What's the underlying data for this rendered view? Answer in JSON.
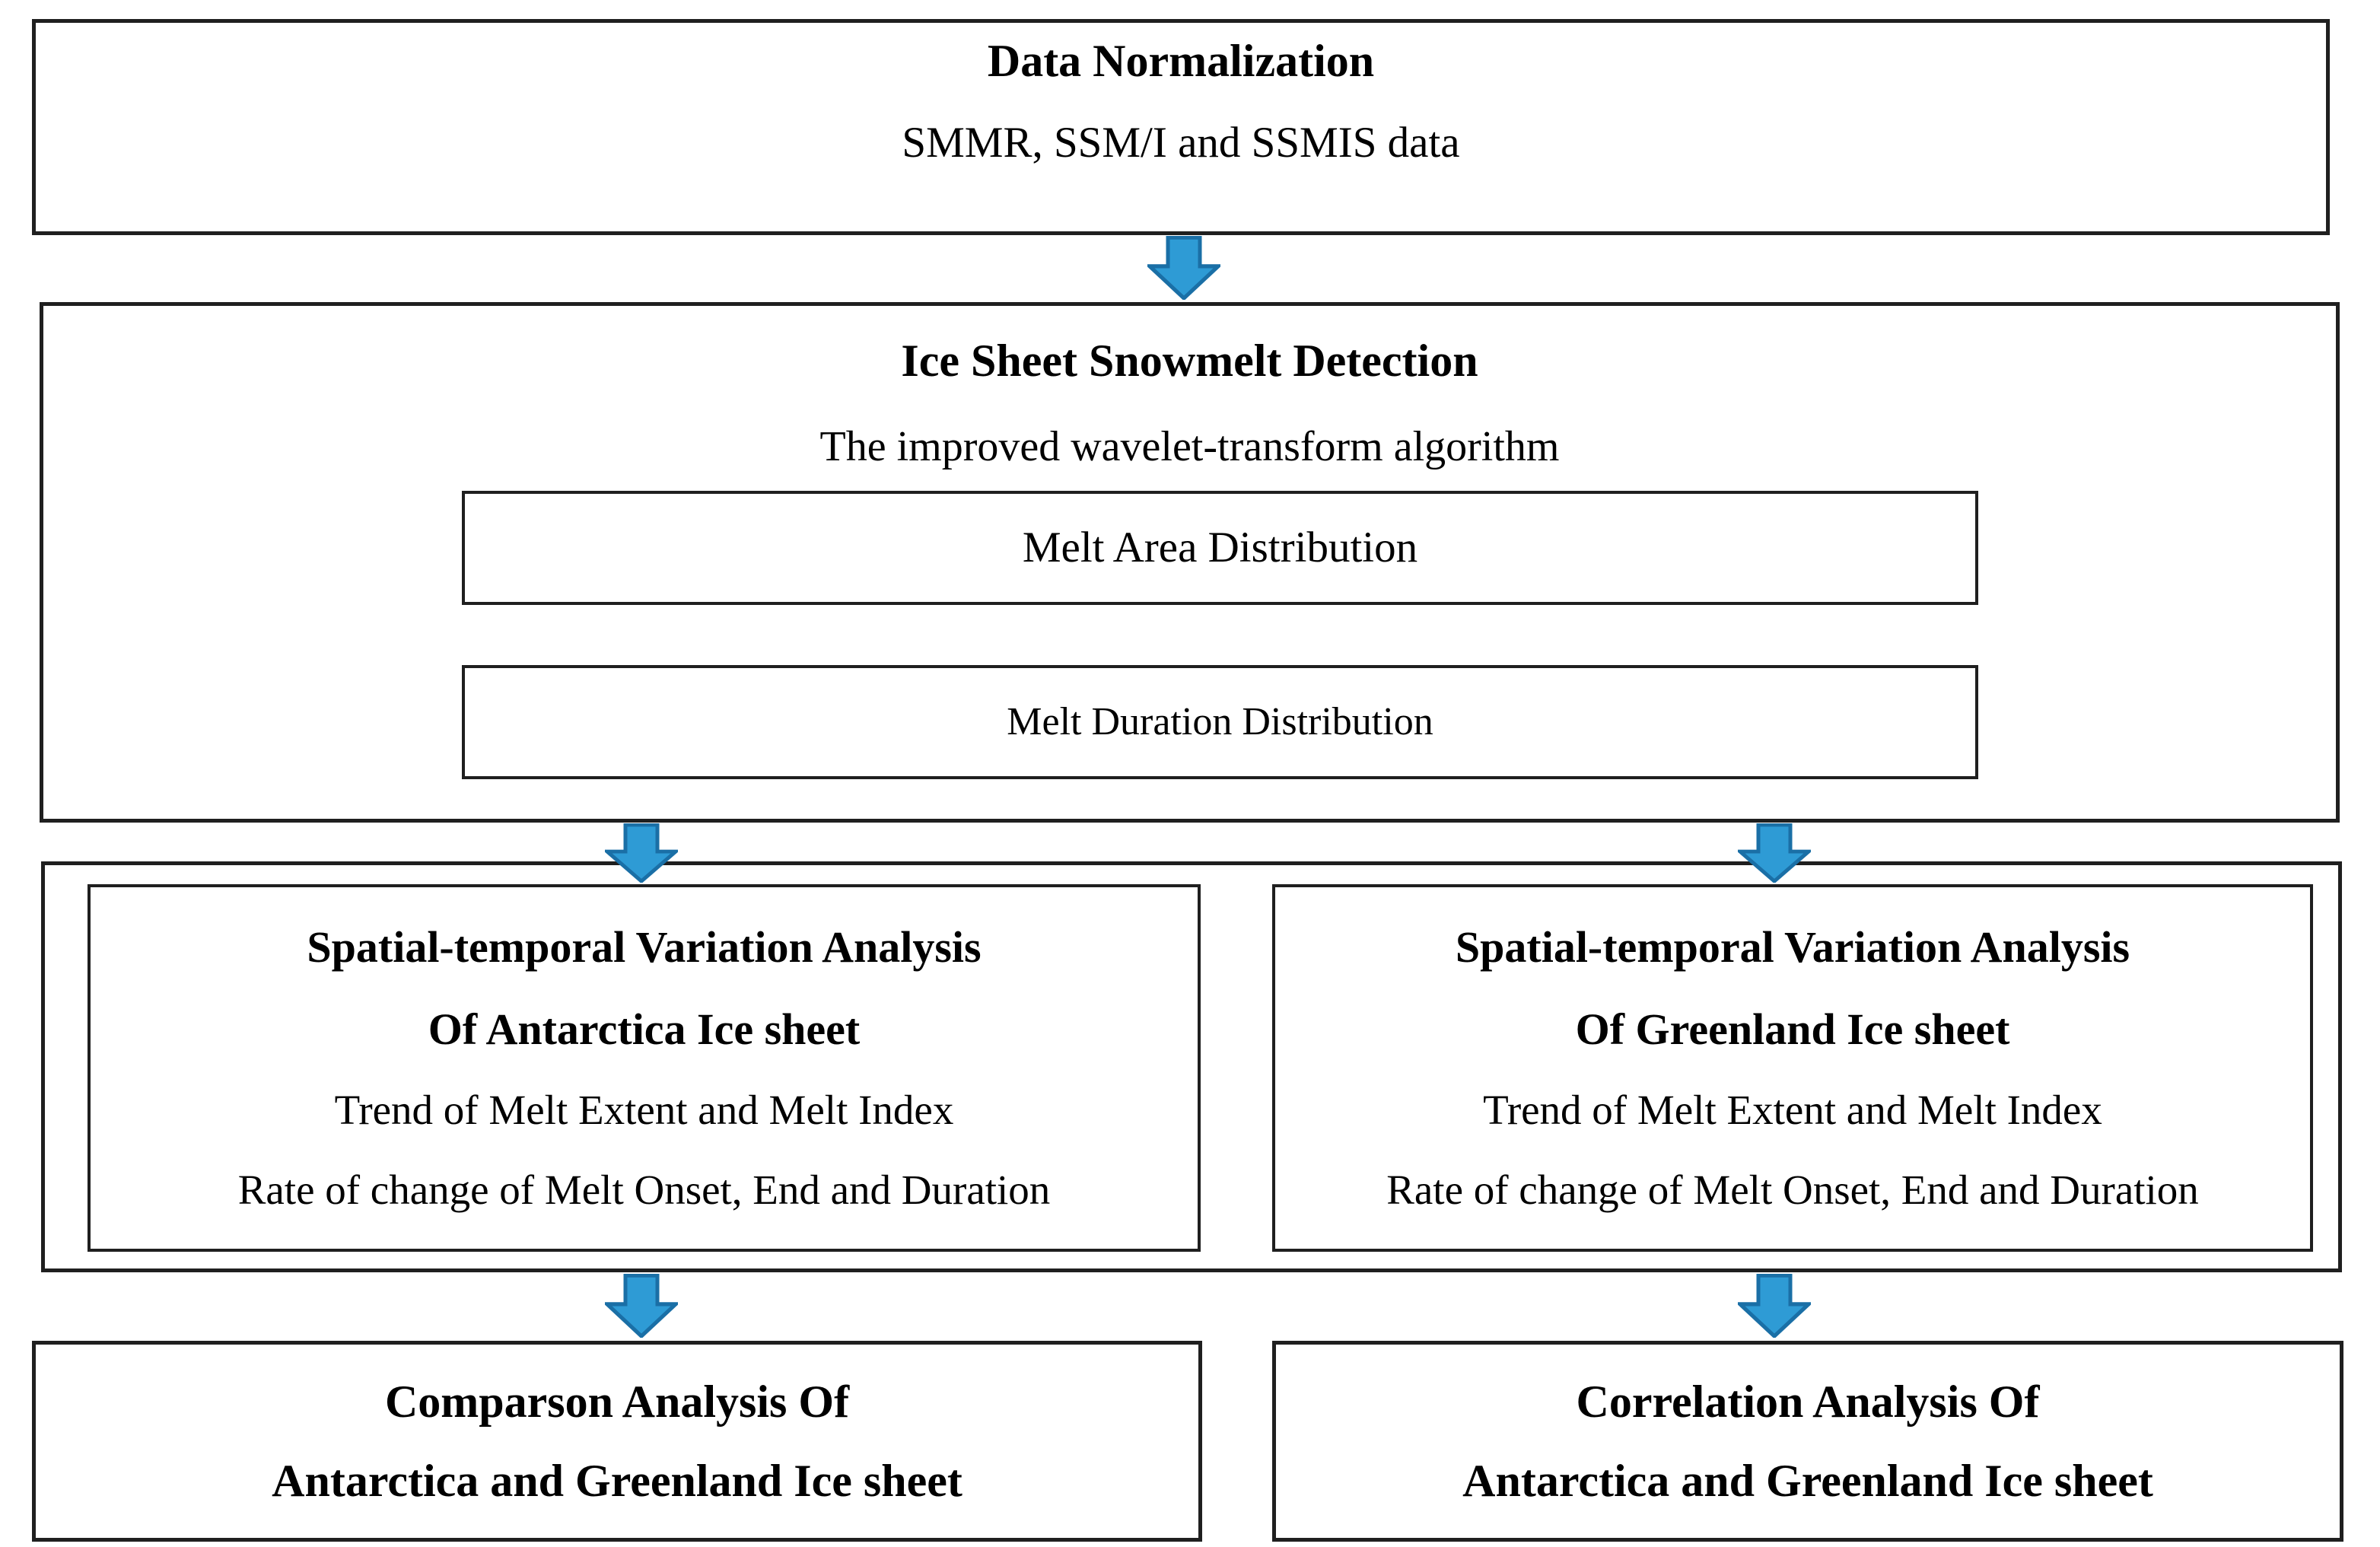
{
  "palette": {
    "background": "#ffffff",
    "box_border": "#1f1f1f",
    "text": "#000000",
    "arrow_fill": "#2e9bd5",
    "arrow_stroke": "#1a6fa6"
  },
  "icons": {
    "down_arrow": "down-arrow"
  },
  "flowchart": {
    "step1": {
      "title": "Data Normalization",
      "subtitle": "SMMR, SSM/I and SSMIS data"
    },
    "step2": {
      "title": "Ice Sheet Snowmelt Detection",
      "subtitle": "The improved wavelet-transform algorithm",
      "sub_boxes": [
        {
          "label": "Melt Area Distribution"
        },
        {
          "label": "Melt Duration Distribution"
        }
      ]
    },
    "step3_left": {
      "title_line1": "Spatial-temporal Variation Analysis",
      "title_line2": "Of Antarctica Ice sheet",
      "body_line1": "Trend of Melt Extent and Melt Index",
      "body_line2": "Rate of change of Melt Onset, End and Duration"
    },
    "step3_right": {
      "title_line1": "Spatial-temporal Variation Analysis",
      "title_line2": "Of Greenland Ice sheet",
      "body_line1": "Trend of Melt Extent and Melt Index",
      "body_line2": "Rate of change of Melt Onset, End and Duration"
    },
    "step4_left": {
      "title_line1": "Comparson Analysis Of",
      "title_line2": "Antarctica and Greenland Ice sheet"
    },
    "step4_right": {
      "title_line1": "Correlation Analysis Of",
      "title_line2": "Antarctica and Greenland Ice sheet"
    }
  }
}
